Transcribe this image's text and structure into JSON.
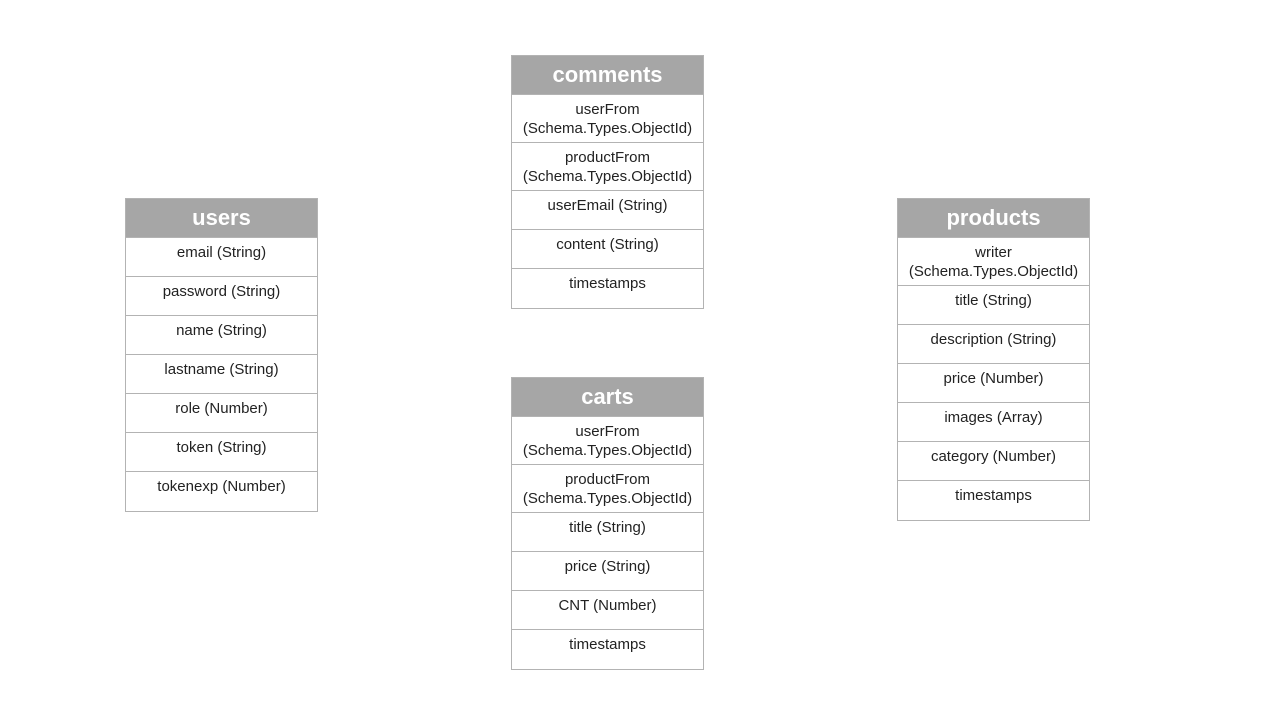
{
  "tables": {
    "users": {
      "title": "users",
      "fields": [
        "email (String)",
        "password (String)",
        "name (String)",
        "lastname (String)",
        "role (Number)",
        "token (String)",
        "tokenexp (Number)"
      ]
    },
    "comments": {
      "title": "comments",
      "fields": [
        "userFrom\n(Schema.Types.ObjectId)",
        "productFrom\n(Schema.Types.ObjectId)",
        "userEmail (String)",
        "content (String)",
        "timestamps"
      ]
    },
    "carts": {
      "title": "carts",
      "fields": [
        "userFrom\n(Schema.Types.ObjectId)",
        "productFrom\n(Schema.Types.ObjectId)",
        "title (String)",
        "price (String)",
        "CNT (Number)",
        "timestamps"
      ]
    },
    "products": {
      "title": "products",
      "fields": [
        "writer\n(Schema.Types.ObjectId)",
        "title (String)",
        "description (String)",
        "price (Number)",
        "images (Array)",
        "category (Number)",
        "timestamps"
      ]
    }
  },
  "colors": {
    "header_bg": "#a6a6a6",
    "header_text": "#ffffff",
    "border": "#b3b3b3",
    "field_text": "#222222"
  }
}
